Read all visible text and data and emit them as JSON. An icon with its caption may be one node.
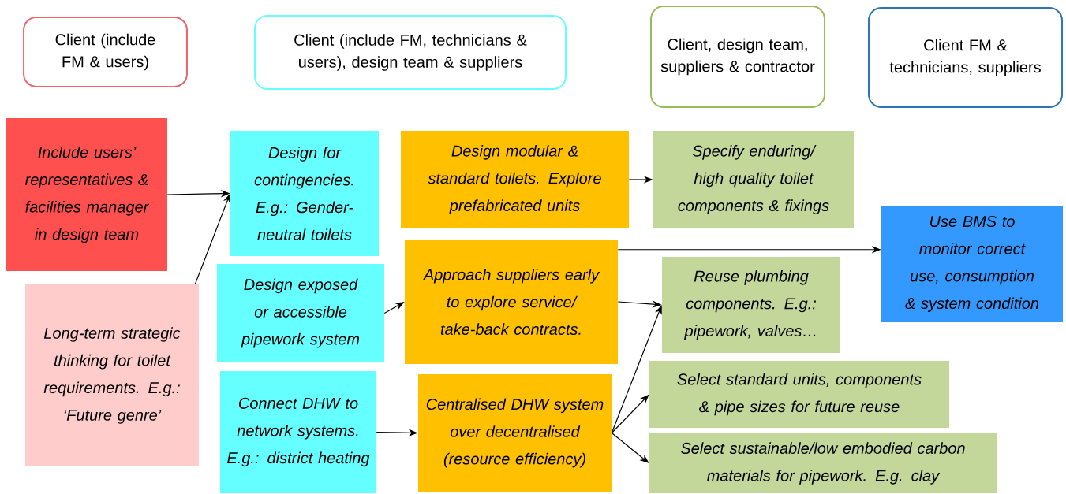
{
  "diagram": {
    "nodes": [
      {
        "text": [
          "Client (include FM & users)"
        ]
      },
      {
        "text": [
          "Client (include FM, technicians & users), design team & suppliers"
        ]
      },
      {
        "text": [
          "Client, design team, suppliers & contractor"
        ]
      },
      {
        "text": [
          "Client FM & technicians, suppliers"
        ]
      },
      {
        "text": [
          "Include users’ representatives & facilities manager in design team"
        ]
      },
      {
        "text": [
          "Long-term strategic thinking for toilet requirements. E.g.: ‘Future genre’"
        ]
      },
      {
        "text": [
          "Design for contingencies. E.g.: Gender-neutral toilets"
        ]
      },
      {
        "text": [
          "Design exposed or accessible pipework system"
        ]
      },
      {
        "text": [
          "Connect DHW to network systems. E.g.: district heating"
        ]
      },
      {
        "text": [
          "Design modular & standard toilets. Explore prefabricated units"
        ]
      },
      {
        "text": [
          "Approach suppliers early to explore service/ take-back contracts."
        ]
      },
      {
        "text": [
          "Centralised DHW system over decentralised (resource efficiency)"
        ]
      },
      {
        "text": [
          "Specify enduring/ high quality toilet components & fixings"
        ]
      },
      {
        "text": [
          "Reuse plumbing components. E.g.: pipework, valves…"
        ]
      },
      {
        "text": [
          "Select standard units, components & pipe sizes for future reuse"
        ]
      },
      {
        "text": [
          "Select sustainable/low embodied carbon materials for pipework. E.g. clay"
        ]
      },
      {
        "text": [
          "Use BMS to monitor correct use, consumption & system condition"
        ]
      }
    ],
    "edges": [
      {
        "from": 4,
        "to": 6,
        "arrow": "to"
      },
      {
        "from": 5,
        "to": 6,
        "arrow": "to"
      },
      {
        "from": 7,
        "to": 10,
        "arrow": "to"
      },
      {
        "from": 8,
        "to": 11,
        "arrow": "to"
      },
      {
        "from": 9,
        "to": 12,
        "arrow": "to"
      },
      {
        "from": 10,
        "to": 16,
        "arrow": "to"
      },
      {
        "from": 10,
        "to": 13,
        "arrow": "to"
      },
      {
        "from": 11,
        "to": 13,
        "arrow": "to"
      },
      {
        "from": 11,
        "to": 14,
        "arrow": "to"
      },
      {
        "from": 11,
        "to": 15,
        "arrow": "to"
      }
    ]
  }
}
